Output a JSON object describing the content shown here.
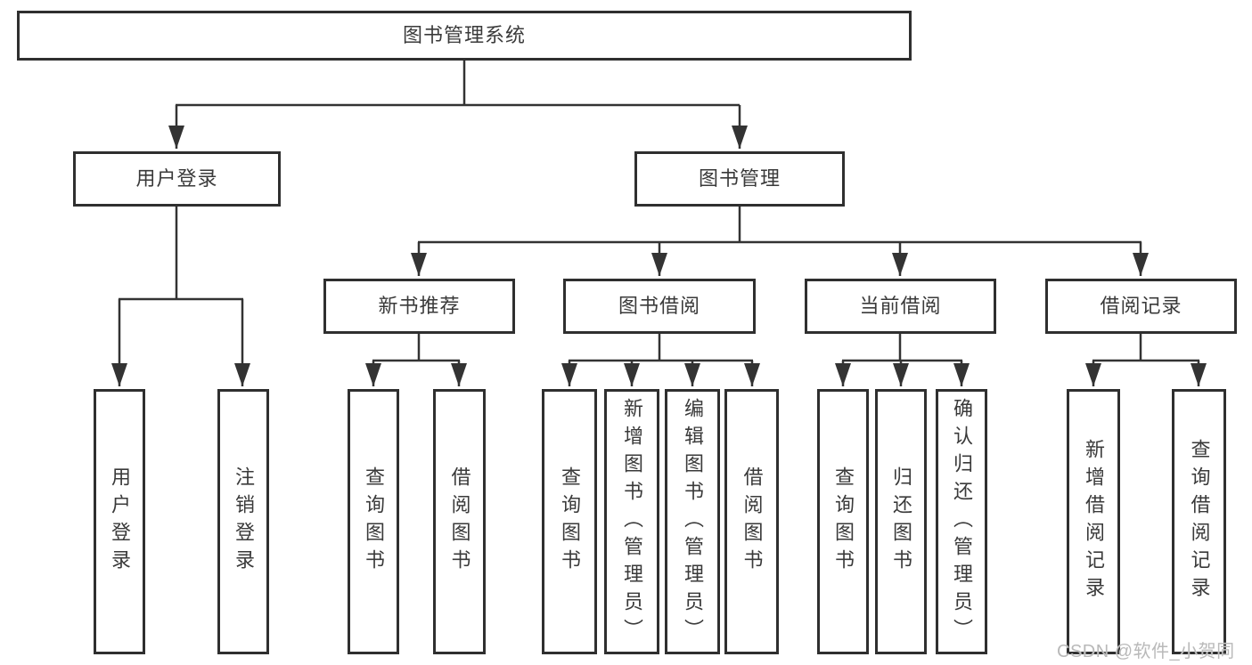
{
  "diagram": {
    "title": "图书管理系统",
    "user_login": {
      "label": "用户登录",
      "children": [
        {
          "label": "用户登录"
        },
        {
          "label": "注销登录"
        }
      ]
    },
    "book_mgmt": {
      "label": "图书管理",
      "sections": [
        {
          "label": "新书推荐",
          "children": [
            {
              "label": "查询图书"
            },
            {
              "label": "借阅图书"
            }
          ]
        },
        {
          "label": "图书借阅",
          "children": [
            {
              "label": "查询图书"
            },
            {
              "label": "新增图书（管理员）"
            },
            {
              "label": "编辑图书（管理员）"
            },
            {
              "label": "借阅图书"
            }
          ]
        },
        {
          "label": "当前借阅",
          "children": [
            {
              "label": "查询图书"
            },
            {
              "label": "归还图书"
            },
            {
              "label": "确认归还（管理员）"
            }
          ]
        },
        {
          "label": "借阅记录",
          "children": [
            {
              "label": "新增借阅记录"
            },
            {
              "label": "查询借阅记录"
            }
          ]
        }
      ]
    },
    "watermark": "CSDN @软件_小贺同学"
  },
  "colors": {
    "box_border": "#2f2f2f",
    "text": "#3a3a3a",
    "connector": "#333333",
    "watermark": "#b9b9b9",
    "background": "#ffffff"
  }
}
